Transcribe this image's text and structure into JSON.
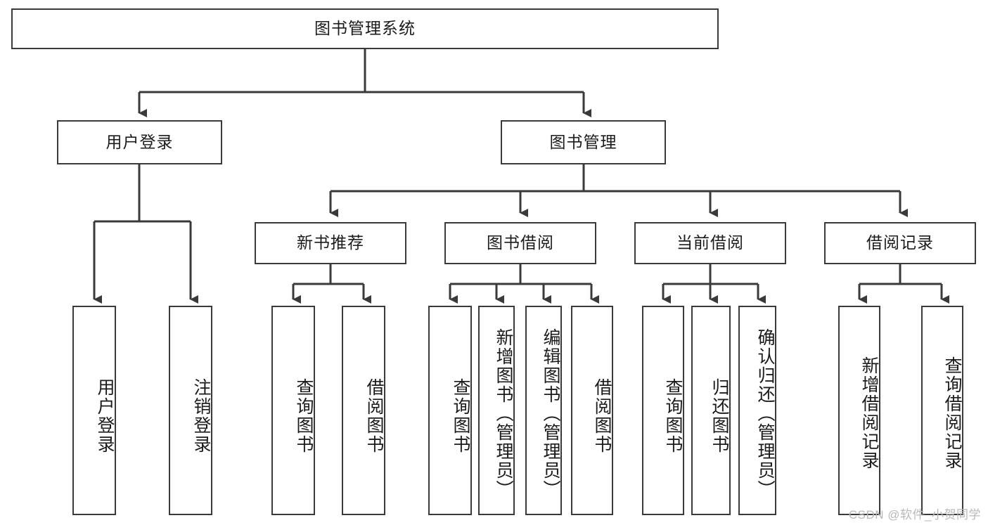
{
  "diagram": {
    "title": "图书管理系统",
    "watermark": "CSDN @软件_小贺同学",
    "colors": {
      "stroke": "#3a3a3a",
      "text": "#1b1b1b",
      "background": "#ffffff",
      "watermark": "#b9b9b9"
    },
    "root": {
      "label": "图书管理系统"
    },
    "level2": [
      {
        "label": "用户登录"
      },
      {
        "label": "图书管理"
      }
    ],
    "level3": [
      {
        "label": "新书推荐"
      },
      {
        "label": "图书借阅"
      },
      {
        "label": "当前借阅"
      },
      {
        "label": "借阅记录"
      }
    ],
    "leaves": {
      "user_login": [
        {
          "label": "用户登录"
        },
        {
          "label": "注销登录"
        }
      ],
      "new_book_recommend": [
        {
          "label": "查询图书"
        },
        {
          "label": "借阅图书"
        }
      ],
      "book_borrow": [
        {
          "label": "查询图书"
        },
        {
          "label": "新增图书（管理员）"
        },
        {
          "label": "编辑图书（管理员）"
        },
        {
          "label": "借阅图书"
        }
      ],
      "current_borrow": [
        {
          "label": "查询图书"
        },
        {
          "label": "归还图书"
        },
        {
          "label": "确认归还（管理员）"
        }
      ],
      "borrow_record": [
        {
          "label": "新增借阅记录"
        },
        {
          "label": "查询借阅记录"
        }
      ]
    }
  }
}
